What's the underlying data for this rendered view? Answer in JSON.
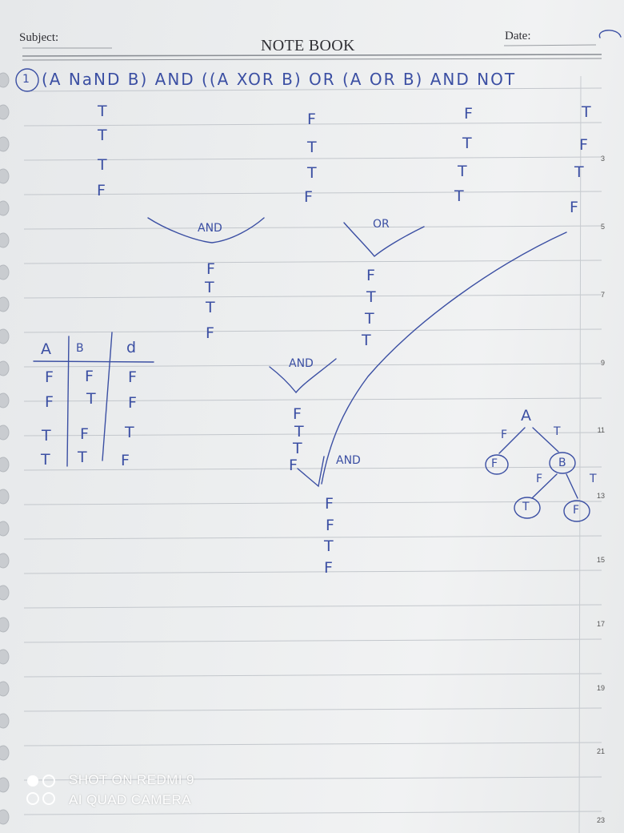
{
  "notebook_header": {
    "subject_label": "Subject:",
    "title": "NOTE BOOK",
    "date_label": "Date:"
  },
  "page_numbers": [
    "3",
    "5",
    "7",
    "9",
    "11",
    "13",
    "15",
    "17",
    "19",
    "21",
    "23"
  ],
  "expression": {
    "question_mark": "1",
    "text": "(A   NaND B) AND ((A XOR B) OR (A OR B) AND NOT"
  },
  "columns": {
    "nand": [
      "T",
      "T",
      "T",
      "F"
    ],
    "xor": [
      "F",
      "T",
      "T",
      "F"
    ],
    "or": [
      "F",
      "T",
      "T",
      "T"
    ],
    "not": [
      "T",
      "F",
      "T",
      "F"
    ]
  },
  "step_and": {
    "label": "AND",
    "values": [
      "F",
      "T",
      "T",
      "F"
    ]
  },
  "step_or": {
    "label": "OR",
    "values": [
      "F",
      "T",
      "T",
      "T"
    ]
  },
  "step_and2": {
    "label": "AND",
    "values": [
      "F",
      "T",
      "T",
      "F"
    ]
  },
  "step_and3": {
    "label": "AND"
  },
  "final_column": [
    "F",
    "F",
    "T",
    "F"
  ],
  "truth_table": {
    "headers": [
      "A",
      "B",
      "d"
    ],
    "rows": [
      [
        "F",
        "F",
        "F"
      ],
      [
        "F",
        "T",
        "F"
      ],
      [
        "T",
        "F",
        "T"
      ],
      [
        "T",
        "T",
        "F"
      ]
    ]
  },
  "decision_tree": {
    "root": "A",
    "left_edge": "F",
    "right_edge": "T",
    "left_leaf": "F",
    "node_b": "B",
    "b_left_edge": "F",
    "b_right_edge": "T",
    "b_left_leaf": "T",
    "b_right_leaf": "F"
  },
  "watermark": {
    "line1": "SHOT ON REDMI 9",
    "line2": "AI QUAD CAMERA"
  }
}
